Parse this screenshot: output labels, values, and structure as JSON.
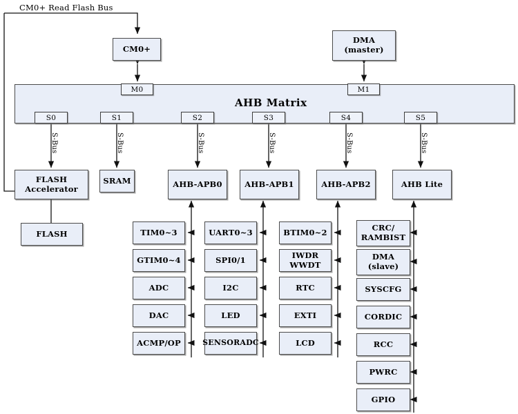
{
  "diagram": {
    "title_label": "CM0+ Read Flash Bus",
    "matrix": {
      "label": "AHB Matrix"
    },
    "masters": [
      {
        "id": "cm0",
        "label": "CM0+",
        "port": "M0"
      },
      {
        "id": "dma_master",
        "label": "DMA\n(master)",
        "port": "M1"
      }
    ],
    "slave_ports": [
      {
        "id": "s0",
        "label": "S0",
        "bus": "S-Bus"
      },
      {
        "id": "s1",
        "label": "S1",
        "bus": "S-Bus"
      },
      {
        "id": "s2",
        "label": "S2",
        "bus": "S-Bus"
      },
      {
        "id": "s3",
        "label": "S3",
        "bus": "S-Bus"
      },
      {
        "id": "s4",
        "label": "S4",
        "bus": "S-Bus"
      },
      {
        "id": "s5",
        "label": "S5",
        "bus": "S-Bus"
      }
    ],
    "slaves": [
      {
        "id": "flash_acc",
        "label": "FLASH\nAccelerator"
      },
      {
        "id": "sram",
        "label": "SRAM"
      },
      {
        "id": "ahb_apb0",
        "label": "AHB-APB0"
      },
      {
        "id": "ahb_apb1",
        "label": "AHB-APB1"
      },
      {
        "id": "ahb_apb2",
        "label": "AHB-APB2"
      },
      {
        "id": "ahb_lite",
        "label": "AHB Lite"
      }
    ],
    "memory": {
      "flash_label": "FLASH"
    },
    "peripheral_columns": [
      {
        "bridge": "ahb_apb0",
        "items": [
          {
            "label": "TIM0~3"
          },
          {
            "label": "GTIM0~4"
          },
          {
            "label": "ADC"
          },
          {
            "label": "DAC"
          },
          {
            "label": "ACMP/OP"
          }
        ]
      },
      {
        "bridge": "ahb_apb0",
        "items": [
          {
            "label": "UART0~3"
          },
          {
            "label": "SPI0/1"
          },
          {
            "label": "I2C"
          },
          {
            "label": "LED"
          },
          {
            "label": "SENSORADC"
          }
        ]
      },
      {
        "bridge": "ahb_apb1",
        "items": [
          {
            "label": "BTIM0~2"
          },
          {
            "label": "IWDR\nWWDT"
          },
          {
            "label": "RTC"
          },
          {
            "label": "EXTI"
          },
          {
            "label": "LCD"
          }
        ]
      },
      {
        "bridge": "ahb_lite",
        "items": [
          {
            "label": "CRC/\nRAMBIST"
          },
          {
            "label": "DMA\n(slave)"
          },
          {
            "label": "SYSCFG"
          },
          {
            "label": "CORDIC"
          },
          {
            "label": "RCC"
          },
          {
            "label": "PWRC"
          },
          {
            "label": "GPIO"
          }
        ]
      }
    ],
    "colors": {
      "box_fill": "#e9eef8",
      "box_stroke": "#4a4a4a",
      "line": "#1a1a1a",
      "background": "#ffffff"
    }
  }
}
